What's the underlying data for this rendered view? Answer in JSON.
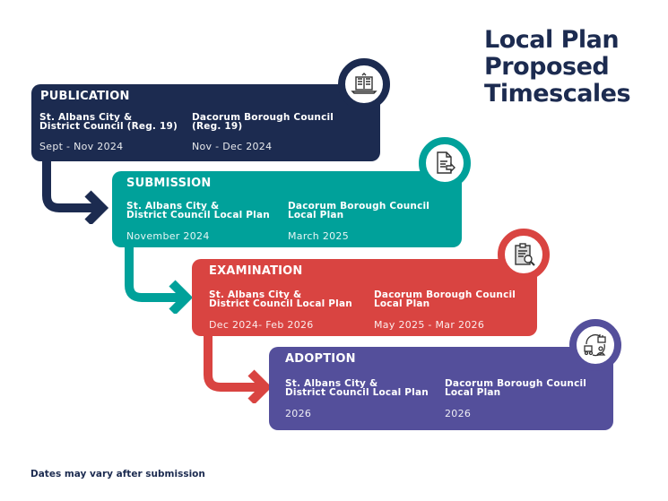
{
  "title": {
    "line1": "Local Plan",
    "line2": "Proposed",
    "line3": "Timescales"
  },
  "colors": {
    "publication": "#1c2b50",
    "submission": "#00a19a",
    "examination": "#d94441",
    "adoption": "#544f9b"
  },
  "stages": [
    {
      "name": "PUBLICATION",
      "icon": "open-book-laptop-icon",
      "left": {
        "org": "St. Albans City & District Council (Reg. 19)",
        "org_l1": "St. Albans City &",
        "org_l2": "District Council (Reg. 19)",
        "date": "Sept - Nov 2024"
      },
      "right": {
        "org": "Dacorum Borough Council (Reg. 19)",
        "org_l1": "Dacorum Borough Council",
        "org_l2": "(Reg. 19)",
        "date": "Nov - Dec 2024"
      }
    },
    {
      "name": "SUBMISSION",
      "icon": "document-submit-icon",
      "left": {
        "org": "St. Albans City & District Council Local Plan",
        "org_l1": "St. Albans City &",
        "org_l2": "District Council Local Plan",
        "date": "November 2024"
      },
      "right": {
        "org": "Dacorum Borough Council Local Plan",
        "org_l1": "Dacorum Borough Council",
        "org_l2": "Local Plan",
        "date": "March 2025"
      }
    },
    {
      "name": "EXAMINATION",
      "icon": "clipboard-magnifier-icon",
      "left": {
        "org": "St. Albans City & District Council Local Plan",
        "org_l1": "St. Albans City &",
        "org_l2": "District Council Local Plan",
        "date": "Dec 2024- Feb 2026"
      },
      "right": {
        "org": "Dacorum Borough Council Local Plan",
        "org_l1": "Dacorum Borough Council",
        "org_l2": "Local Plan",
        "date": "May 2025 - Mar 2026"
      }
    },
    {
      "name": "ADOPTION",
      "icon": "delivery-cycle-icon",
      "left": {
        "org": "St. Albans City & District Council Local Plan",
        "org_l1": "St. Albans City &",
        "org_l2": "District Council Local Plan",
        "date": "2026"
      },
      "right": {
        "org": "Dacorum Borough Council Local Plan",
        "org_l1": "Dacorum Borough Council",
        "org_l2": "Local Plan",
        "date": "2026"
      }
    }
  ],
  "footnote": "Dates may vary after submission"
}
